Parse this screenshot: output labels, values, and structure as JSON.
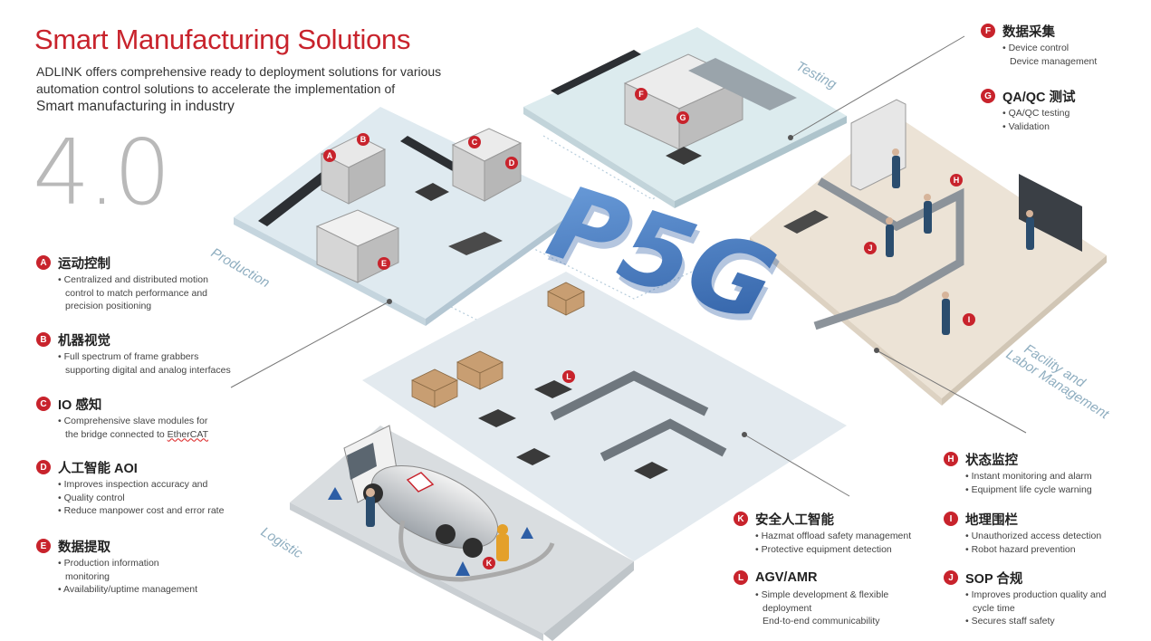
{
  "header": {
    "title": "Smart Manufacturing Solutions",
    "subtitle_lines": [
      "ADLINK offers comprehensive ready to deployment solutions for various",
      "automation control solutions to accelerate the implementation of",
      "Smart manufacturing in industry"
    ],
    "version": "4.0"
  },
  "scene": {
    "center_logo": "P5G",
    "zones": [
      "Production",
      "Testing",
      "Facility and",
      "Labor Management",
      "Logistic"
    ],
    "markers": [
      "A",
      "B",
      "C",
      "D",
      "E",
      "F",
      "G",
      "H",
      "I",
      "J",
      "K",
      "L"
    ]
  },
  "features": {
    "a": {
      "badge": "A",
      "title": "运动控制",
      "lines": [
        "Centralized and distributed motion",
        "control to match performance and",
        "precision positioning"
      ]
    },
    "b": {
      "badge": "B",
      "title": "机器视觉",
      "lines": [
        "Full spectrum of frame grabbers",
        "supporting digital and analog interfaces"
      ]
    },
    "c": {
      "badge": "C",
      "title": "IO 感知",
      "lines": [
        "Comprehensive slave modules for",
        "the bridge connected to ",
        "EtherCAT"
      ]
    },
    "d": {
      "badge": "D",
      "title": "人工智能 AOI",
      "lines": [
        "Improves inspection accuracy and",
        "Quality control",
        "Reduce manpower cost and error rate"
      ]
    },
    "e": {
      "badge": "E",
      "title": "数据提取",
      "lines": [
        "Production information",
        "monitoring",
        "Availability/uptime management"
      ]
    },
    "f": {
      "badge": "F",
      "title": "数据采集",
      "lines": [
        "Device control",
        "Device management"
      ]
    },
    "g": {
      "badge": "G",
      "title": "QA/QC 测试",
      "lines": [
        "QA/QC testing",
        "Validation"
      ]
    },
    "h": {
      "badge": "H",
      "title": "状态监控",
      "lines": [
        "Instant monitoring and alarm",
        "Equipment life cycle warning"
      ]
    },
    "i": {
      "badge": "I",
      "title": "地理围栏",
      "lines": [
        "Unauthorized access detection",
        "Robot hazard prevention"
      ]
    },
    "j": {
      "badge": "J",
      "title": "SOP 合规",
      "lines": [
        "Improves production quality and",
        "cycle time",
        "Secures staff safety"
      ]
    },
    "k": {
      "badge": "K",
      "title": "安全人工智能",
      "lines": [
        "Hazmat offload safety management",
        "Protective equipment detection"
      ]
    },
    "l": {
      "badge": "L",
      "title": "AGV/AMR",
      "lines": [
        "Simple development & flexible",
        "deployment",
        "End-to-end communicability"
      ]
    }
  },
  "colors": {
    "accent": "#c8232c",
    "p5g": "#4a7fc1",
    "floor": "#dde9ef",
    "floor_warm": "#ece3d6"
  }
}
